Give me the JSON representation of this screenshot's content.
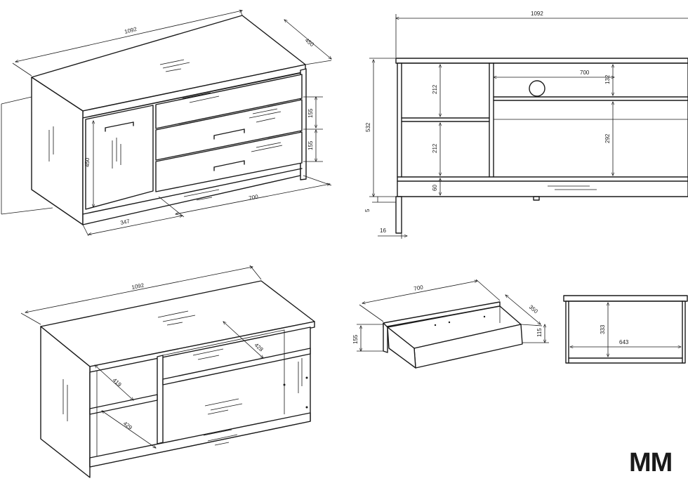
{
  "brand": {
    "logo_text": "MM"
  },
  "views": {
    "iso_closed": {
      "width": "1092",
      "depth": "450",
      "door_height": "450",
      "drawer_height_top": "155",
      "drawer_height_bottom": "155",
      "door_width": "347",
      "drawers_width": "700"
    },
    "front": {
      "width": "1092",
      "height": "532",
      "shelf_width": "700",
      "left_upper": "212",
      "left_lower": "212",
      "right_upper": "132",
      "right_lower": "292",
      "plinth": "60",
      "foot": "5",
      "leg_width": "16"
    },
    "iso_open": {
      "width": "1092",
      "depth_shelf": "428",
      "depth_left_upper": "419",
      "depth_left_lower": "429"
    },
    "drawer": {
      "width": "700",
      "depth": "350",
      "height_outer": "155",
      "height_inner": "115"
    },
    "section": {
      "height": "333",
      "width": "643"
    }
  }
}
